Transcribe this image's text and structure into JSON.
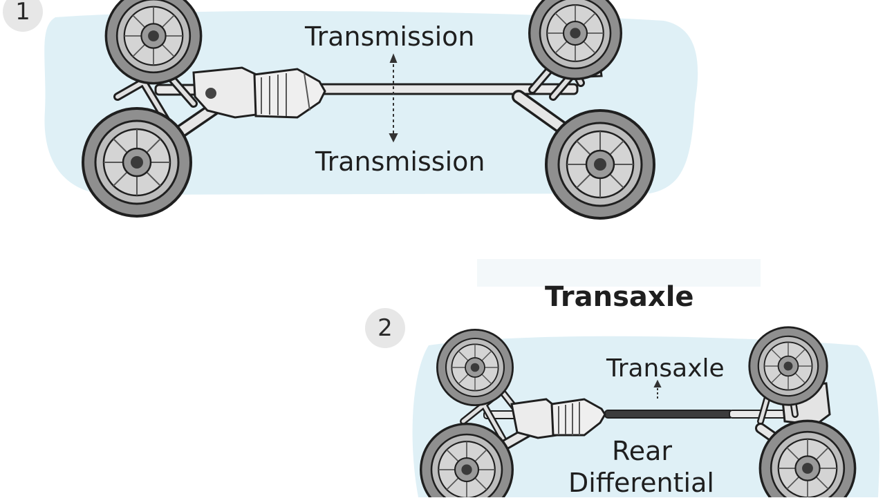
{
  "panels": [
    {
      "number": "1",
      "labels": {
        "top": "Transmission",
        "bottom": "Transmission"
      }
    },
    {
      "number": "2",
      "title": "Transaxle",
      "labels": {
        "top": "Transaxle",
        "bottom_line1": "Rear",
        "bottom_line2": "Differential"
      }
    }
  ],
  "colors": {
    "panel_background": "#dff0f6",
    "badge_background": "#e7e7e7",
    "tire": "#8f8f8f",
    "metal": "#e9e9e9",
    "outline": "#1f1f1f"
  }
}
